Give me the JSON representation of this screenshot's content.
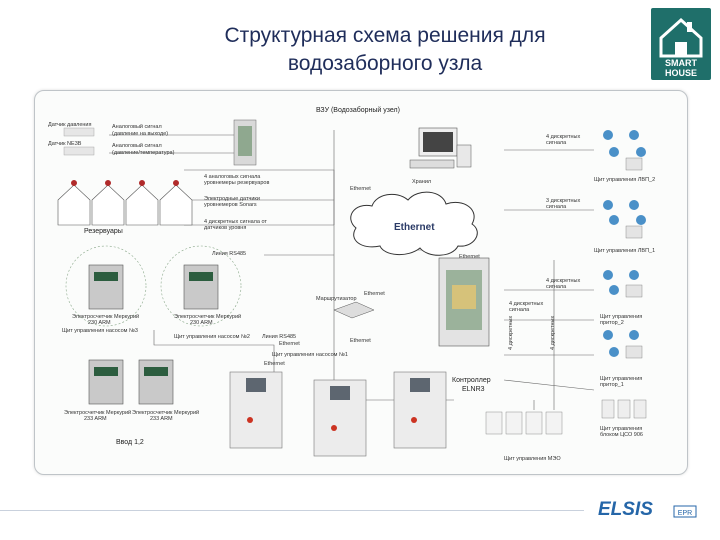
{
  "title": {
    "line1": "Структурная схема решения для",
    "line2": "водозаборного узла"
  },
  "logo": {
    "line1": "SMART",
    "line2": "HOUSE",
    "icon": "house-icon",
    "color": "#1f6f6a"
  },
  "footer_logo": {
    "text": "ELSIS",
    "sub": "EPR",
    "color": "#2566a8"
  },
  "diagram": {
    "header": "ВЗУ (Водозаборный узел)",
    "ethernet_cloud": "Ethernet",
    "labels": {
      "sensor_top_1": "Аналоговый сигнал",
      "sensor_top_1b": "(давление на выходе)",
      "sensor_top_2": "Аналоговый сигнал",
      "sensor_top_2b": "(давление/температура)",
      "sensor_left_1": "Датчик давления",
      "sensor_left_2": "Датчик NE3B",
      "analog_4": "4 аналоговых сигнала",
      "analog_4b": "уровнемеры резервуаров",
      "level_sensors": "Электродные датчики",
      "level_sensors_b": "уровнемеров Sonars",
      "discrete_4": "4 дискретных сигнала от",
      "discrete_4b": "датчиков уровня",
      "reservoirs": "Резервуары",
      "ethernet_a": "Ethernet",
      "ethernet_b": "Ethernet",
      "ethernet_c": "Ethernet",
      "ethernet_d": "Ethernet",
      "ethernet_e": "Ethernet",
      "ethernet_f": "Ethernet",
      "rs485_a": "Линия RS485",
      "rs485_b": "Линия RS485",
      "router": "Маршрутизатор",
      "meter_1": "Электросчетчик Меркурий",
      "meter_1b": "230 ARM",
      "meter_2": "Электросчетчик Меркурий",
      "meter_2b": "230 ARM",
      "meter_3": "Электросчетчик Меркурий",
      "meter_3b": "233 ARM",
      "meter_4": "Электросчетчик Меркурий",
      "meter_4b": "233 ARM",
      "pump_ctrl_3": "Щит управления насосом №3",
      "pump_ctrl_2": "Щит управления насосом №2",
      "pump_ctrl_1": "Щит управления насосом №1",
      "input": "Ввод 1,2",
      "controller": "Контроллер",
      "controller_b": "ELNR3",
      "discrete_r1": "4 дискретных",
      "discrete_r1b": "сигнала",
      "panel_r1": "Щит управления ЛВП_2",
      "discrete_r2": "3 дискретных",
      "discrete_r2b": "сигнала",
      "panel_r2": "Щит управления ЛВП_1",
      "discrete_r3": "4 дискретных",
      "discrete_r3b": "сигнала",
      "discrete_r4": "4 дискретных",
      "discrete_r4b": "сигнала",
      "panel_r3": "Щит управления",
      "panel_r3b": "притор_2",
      "panel_r4": "Щит управления",
      "panel_r4b": "притор_1",
      "panel_r5": "Щит управления",
      "panel_r5b": "блоком ЦСО 906",
      "panel_bottom": "Щит управления МЭО",
      "discrete_v1": "4 дискретных",
      "discrete_v2": "4 дискретных",
      "pc": "Хранил"
    }
  }
}
